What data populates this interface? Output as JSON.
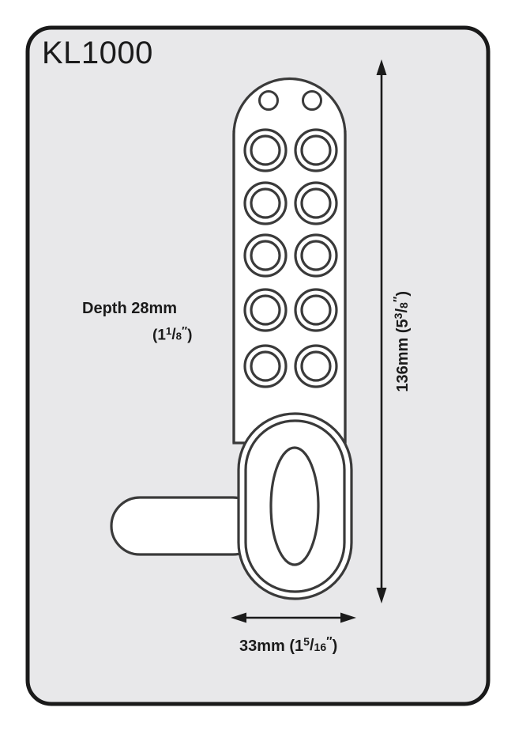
{
  "title": "KL1000",
  "colors": {
    "card_fill": "#e8e8ea",
    "card_border": "#1a1a1a",
    "page_background": "#ffffff",
    "line": "#3a3a3a",
    "body_fill": "#ffffff",
    "text": "#1b1b1b"
  },
  "labels": {
    "depth": {
      "primary": "Depth 28mm",
      "value_mm": 28,
      "imperial_whole": "1",
      "imperial_num": "1",
      "imperial_den": "8",
      "imperial_text": "(1 1/8\")"
    },
    "width": {
      "primary": "33mm",
      "value_mm": 33,
      "imperial_whole": "1",
      "imperial_num": "5",
      "imperial_den": "16",
      "imperial_text": "33mm (1 5/16\")"
    },
    "height": {
      "primary": "136mm",
      "value_mm": 136,
      "imperial_whole": "5",
      "imperial_num": "3",
      "imperial_den": "8",
      "imperial_text": "136mm (5 3/8\")",
      "orientation": "vertical"
    }
  },
  "diagram": {
    "type": "technical-dimension-drawing",
    "subject": "keypad door lock front view",
    "keypad": {
      "rows": 5,
      "columns": 2,
      "button_count": 10,
      "indicator_led_count": 2
    },
    "knob": {
      "shape": "rounded-oval-escutcheon",
      "inner_shape": "vertical-oval"
    },
    "handle": {
      "shape": "rounded-bar",
      "direction": "left"
    },
    "dimension_arrows": [
      {
        "name": "height-arrow",
        "orientation": "vertical"
      },
      {
        "name": "width-arrow",
        "orientation": "horizontal"
      }
    ]
  }
}
